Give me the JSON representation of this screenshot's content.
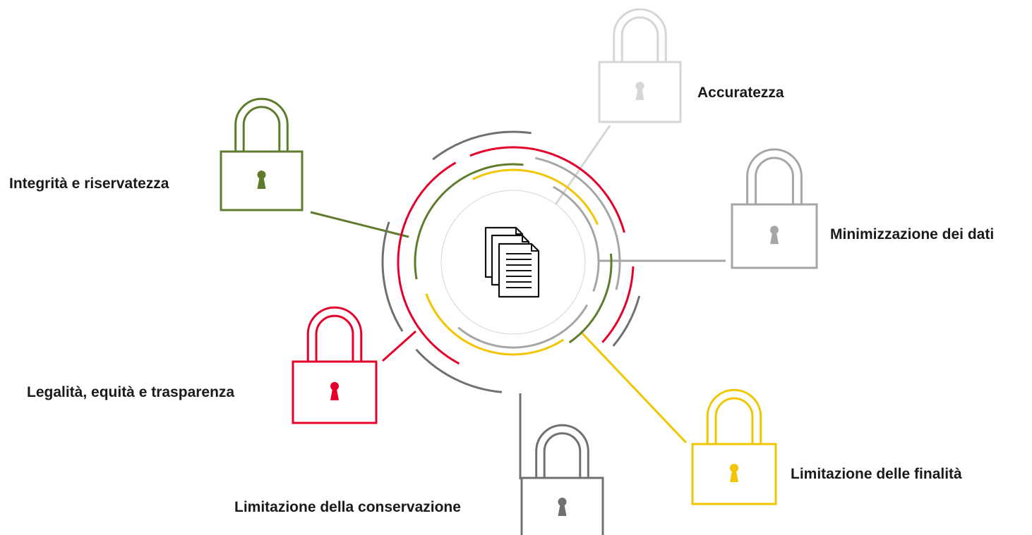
{
  "principles": [
    {
      "id": "accuratezza",
      "label": "Accuratezza",
      "color": "#d6d6d6"
    },
    {
      "id": "minimizzazione",
      "label": "Minimizzazione dei dati",
      "color": "#a6a6a6"
    },
    {
      "id": "finalita",
      "label": "Limitazione delle finalità",
      "color": "#f2c500"
    },
    {
      "id": "conservazione",
      "label": "Limitazione della conservazione",
      "color": "#6e7174"
    },
    {
      "id": "legalita",
      "label": "Legalità, equità e trasparenza",
      "color": "#e4002b"
    },
    {
      "id": "integrita",
      "label": "Integrità e riservatezza",
      "color": "#5f7c2c"
    }
  ],
  "center": {
    "icon": "documents-icon"
  }
}
